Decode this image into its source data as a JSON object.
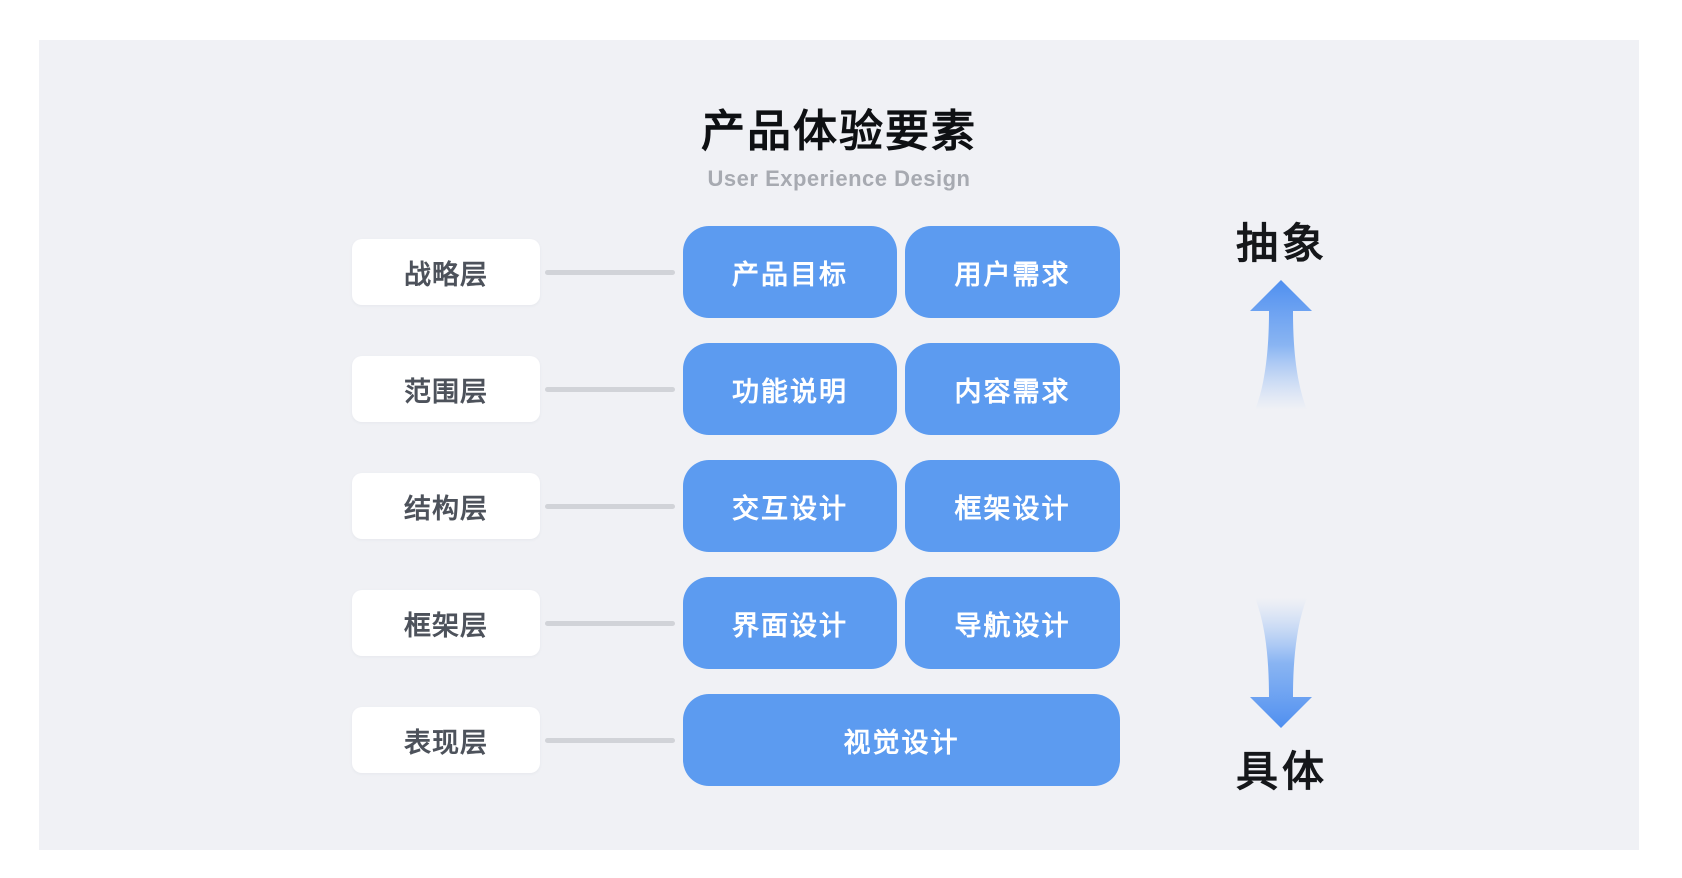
{
  "title": "产品体验要素",
  "subtitle": "User Experience Design",
  "colors": {
    "page_bg": "#FFFFFF",
    "panel_bg": "#F0F1F5",
    "box_blue": "#5C9BF0",
    "label_text": "#4D525B",
    "box_text": "#FFFFFF",
    "connector_line": "#D1D3D8",
    "title_text": "#0E1013",
    "subtitle_text": "#A7AAB1",
    "axis_text": "#15171A"
  },
  "rows": [
    {
      "label": "战略层",
      "items": [
        "产品目标",
        "用户需求"
      ]
    },
    {
      "label": "范围层",
      "items": [
        "功能说明",
        "内容需求"
      ]
    },
    {
      "label": "结构层",
      "items": [
        "交互设计",
        "框架设计"
      ]
    },
    {
      "label": "框架层",
      "items": [
        "界面设计",
        "导航设计"
      ]
    },
    {
      "label": "表现层",
      "items": [
        "视觉设计"
      ]
    }
  ],
  "axis": {
    "top_label": "抽象",
    "bottom_label": "具体"
  }
}
